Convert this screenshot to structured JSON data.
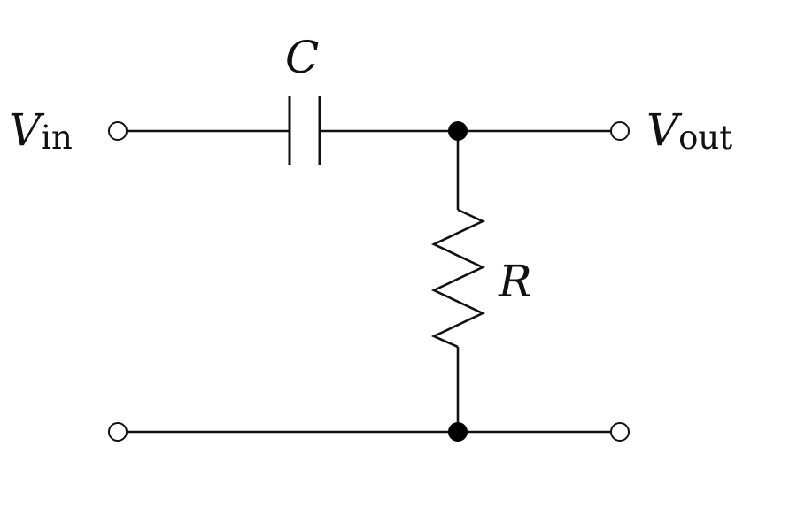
{
  "diagram": {
    "labels": {
      "capacitor": "C",
      "resistor": "R",
      "input_main": "V",
      "input_sub": "in",
      "output_main": "V",
      "output_sub": "out"
    },
    "colors": {
      "line": "#111111",
      "background": "#ffffff",
      "junction": "#000000"
    }
  }
}
